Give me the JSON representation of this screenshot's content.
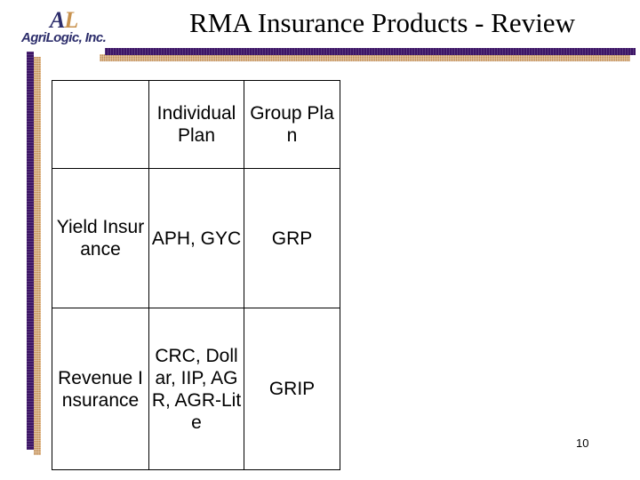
{
  "slide": {
    "title": "RMA Insurance Products - Review",
    "page_number": "10",
    "accent_purple": "#3C1466",
    "accent_tan": "#D8A871",
    "logo": {
      "monogram_a": "A",
      "monogram_l": "L",
      "wordmark": "AgriLogic, Inc."
    }
  },
  "table": {
    "columns": [
      "",
      "Individual Plan",
      "Group Plan"
    ],
    "rows": [
      {
        "label": "Yield Insurance",
        "individual": "APH, GYC",
        "group": "GRP"
      },
      {
        "label": "Revenue Insurance",
        "individual": "CRC, Dollar, IIP, AGR, AGR-Lite",
        "group": "GRIP"
      }
    ]
  }
}
